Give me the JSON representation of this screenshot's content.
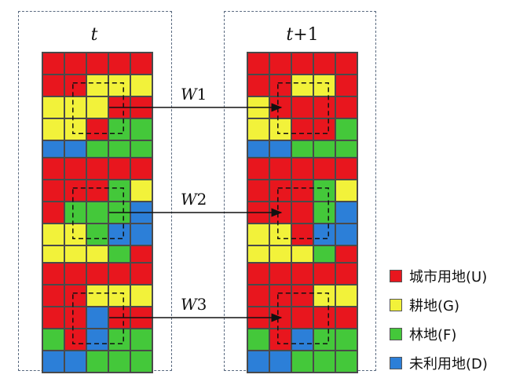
{
  "colors": {
    "U": "#e8161e",
    "G": "#f2f23a",
    "F": "#44c83a",
    "D": "#2c7fd8"
  },
  "columns": {
    "left": {
      "var": "t",
      "suffix": ""
    },
    "right": {
      "var": "t",
      "suffix": "+1"
    }
  },
  "rows": [
    {
      "weight_var": "W",
      "weight_num": "1",
      "t_grid": [
        [
          "U",
          "U",
          "U",
          "U",
          "U"
        ],
        [
          "U",
          "U",
          "G",
          "G",
          "G"
        ],
        [
          "G",
          "G",
          "G",
          "U",
          "U"
        ],
        [
          "G",
          "G",
          "U",
          "F",
          "F"
        ],
        [
          "D",
          "D",
          "F",
          "F",
          "F"
        ]
      ],
      "t1_grid": [
        [
          "U",
          "U",
          "U",
          "U",
          "U"
        ],
        [
          "U",
          "U",
          "G",
          "G",
          "U"
        ],
        [
          "G",
          "U",
          "U",
          "U",
          "U"
        ],
        [
          "G",
          "G",
          "U",
          "U",
          "F"
        ],
        [
          "D",
          "D",
          "F",
          "F",
          "F"
        ]
      ]
    },
    {
      "weight_var": "W",
      "weight_num": "2",
      "t_grid": [
        [
          "U",
          "U",
          "U",
          "U",
          "U"
        ],
        [
          "U",
          "U",
          "U",
          "F",
          "G"
        ],
        [
          "U",
          "F",
          "F",
          "F",
          "D"
        ],
        [
          "G",
          "G",
          "F",
          "D",
          "D"
        ],
        [
          "G",
          "G",
          "G",
          "F",
          "U"
        ]
      ],
      "t1_grid": [
        [
          "U",
          "U",
          "U",
          "U",
          "U"
        ],
        [
          "U",
          "U",
          "U",
          "F",
          "G"
        ],
        [
          "U",
          "U",
          "U",
          "F",
          "D"
        ],
        [
          "G",
          "G",
          "U",
          "D",
          "D"
        ],
        [
          "G",
          "G",
          "G",
          "F",
          "U"
        ]
      ]
    },
    {
      "weight_var": "W",
      "weight_num": "3",
      "t_grid": [
        [
          "U",
          "U",
          "U",
          "U",
          "U"
        ],
        [
          "U",
          "U",
          "G",
          "G",
          "G"
        ],
        [
          "U",
          "U",
          "D",
          "U",
          "U"
        ],
        [
          "F",
          "U",
          "D",
          "F",
          "F"
        ],
        [
          "D",
          "D",
          "F",
          "F",
          "F"
        ]
      ],
      "t1_grid": [
        [
          "U",
          "U",
          "U",
          "U",
          "U"
        ],
        [
          "U",
          "U",
          "U",
          "G",
          "G"
        ],
        [
          "U",
          "U",
          "U",
          "U",
          "U"
        ],
        [
          "F",
          "U",
          "D",
          "F",
          "F"
        ],
        [
          "D",
          "D",
          "F",
          "F",
          "F"
        ]
      ]
    }
  ],
  "legend": [
    {
      "key": "U",
      "label": "城市用地(U)"
    },
    {
      "key": "G",
      "label": "耕地(G)"
    },
    {
      "key": "F",
      "label": "林地(F)"
    },
    {
      "key": "D",
      "label": "未利用地(D)"
    }
  ]
}
